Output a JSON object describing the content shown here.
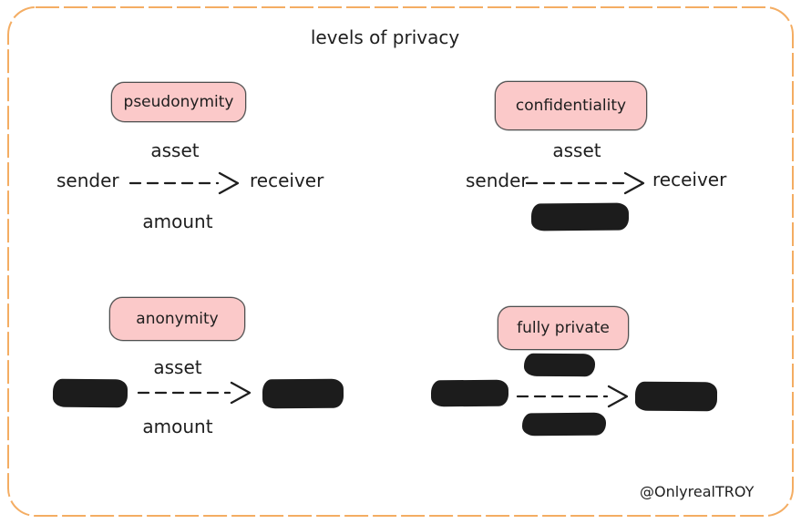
{
  "diagram": {
    "title": "levels of privacy",
    "signature": "@OnlyrealTROY"
  },
  "colors": {
    "frame_orange": "#f4ad63",
    "badge_pink": "#fbc9c9",
    "badge_border": "#4f4f4f",
    "ink": "#1e1e1e",
    "redaction_black": "#1c1c1c",
    "background": "#ffffff"
  },
  "icons": {
    "arrow": "dashed-arrow-right"
  },
  "quadrants": [
    {
      "id": "pseudonymity",
      "label": "pseudonymity",
      "asset": "asset",
      "sender": "sender",
      "receiver": "receiver",
      "amount": "amount",
      "redacted_fields": []
    },
    {
      "id": "confidentiality",
      "label": "confidentiality",
      "asset": "asset",
      "sender": "sender",
      "receiver": "receiver",
      "redacted_fields": [
        "amount"
      ]
    },
    {
      "id": "anonymity",
      "label": "anonymity",
      "asset": "asset",
      "amount": "amount",
      "redacted_fields": [
        "sender",
        "receiver"
      ]
    },
    {
      "id": "fully_private",
      "label": "fully private",
      "redacted_fields": [
        "asset",
        "sender",
        "receiver",
        "amount"
      ]
    }
  ]
}
